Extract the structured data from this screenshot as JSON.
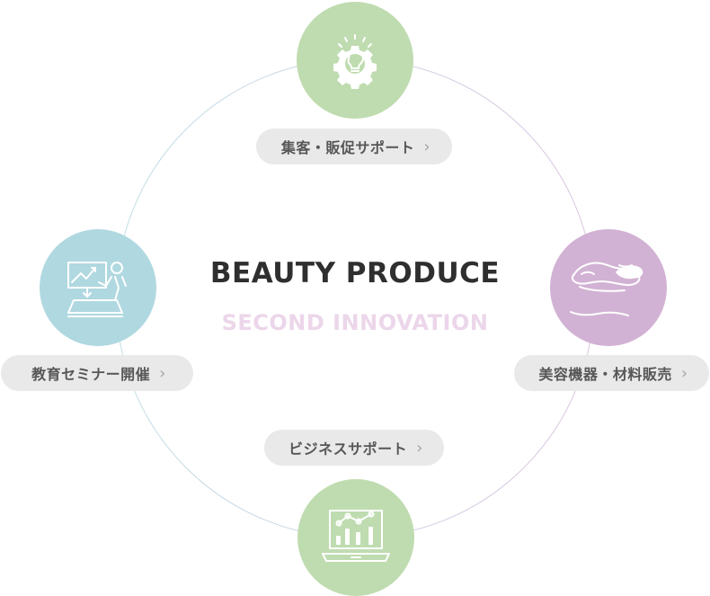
{
  "center": {
    "title": "BEAUTY PRODUCE",
    "subtitle": "SECOND INNOVATION",
    "subtitle_color": "#ecd6ea"
  },
  "ring": {
    "left_color": "#c3dfe6",
    "right_color": "#dcc4e0"
  },
  "nodes": {
    "top": {
      "label": "集客・販促サポート",
      "color": "#bfdcb0",
      "icon": "lightbulb-gear-icon"
    },
    "right": {
      "label": "美容機器・材料販売",
      "color": "#d2b2d4",
      "icon": "beauty-device-icon"
    },
    "bottom": {
      "label": "ビジネスサポート",
      "color": "#bfdcb0",
      "icon": "laptop-chart-icon"
    },
    "left": {
      "label": "教育セミナー開催",
      "color": "#b0d8e0",
      "icon": "presentation-icon"
    }
  },
  "chevron": "›"
}
